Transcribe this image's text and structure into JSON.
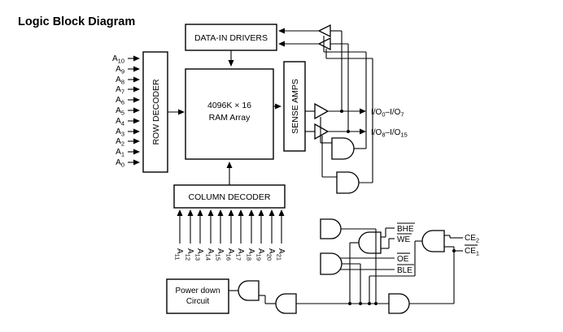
{
  "title": "Logic Block Diagram",
  "colors": {
    "ink": "#000000",
    "background": "#ffffff"
  },
  "blocks": {
    "data_in_drivers": "DATA-IN DRIVERS",
    "row_decoder": "ROW DECODER",
    "ram_array_line1": "4096K × 16",
    "ram_array_line2": "RAM Array",
    "sense_amps": "SENSE AMPS",
    "column_decoder": "COLUMN DECODER",
    "powerdown_line1": "Power down",
    "powerdown_line2": "Circuit"
  },
  "row_addresses": [
    {
      "base": "A",
      "sub": "10"
    },
    {
      "base": "A",
      "sub": "9"
    },
    {
      "base": "A",
      "sub": "8"
    },
    {
      "base": "A",
      "sub": "7"
    },
    {
      "base": "A",
      "sub": "6"
    },
    {
      "base": "A",
      "sub": "5"
    },
    {
      "base": "A",
      "sub": "4"
    },
    {
      "base": "A",
      "sub": "3"
    },
    {
      "base": "A",
      "sub": "2"
    },
    {
      "base": "A",
      "sub": "1"
    },
    {
      "base": "A",
      "sub": "0"
    }
  ],
  "column_addresses": [
    {
      "base": "A",
      "sub": "11"
    },
    {
      "base": "A",
      "sub": "12"
    },
    {
      "base": "A",
      "sub": "13"
    },
    {
      "base": "A",
      "sub": "14"
    },
    {
      "base": "A",
      "sub": "15"
    },
    {
      "base": "A",
      "sub": "16"
    },
    {
      "base": "A",
      "sub": "17"
    },
    {
      "base": "A",
      "sub": "18"
    },
    {
      "base": "A",
      "sub": "19"
    },
    {
      "base": "A",
      "sub": "20"
    },
    {
      "base": "A",
      "sub": "21"
    }
  ],
  "io_outputs": [
    {
      "pre": "I/O",
      "presub": "0",
      "mid": "–I/O",
      "postsub": "7"
    },
    {
      "pre": "I/O",
      "presub": "8",
      "mid": "–I/O",
      "postsub": "15"
    }
  ],
  "control_signals": [
    {
      "label": "BHE",
      "overline": true
    },
    {
      "label": "WE",
      "overline": true
    },
    {
      "label": "OE",
      "overline": true
    },
    {
      "label": "BLE",
      "overline": true
    }
  ],
  "chip_enables": [
    {
      "base": "CE",
      "sub": "2",
      "overline": false
    },
    {
      "base": "CE",
      "sub": "1",
      "overline": true
    }
  ]
}
